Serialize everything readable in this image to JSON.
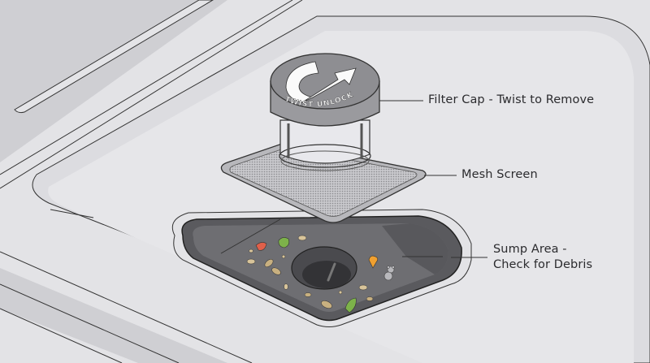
{
  "diagram": {
    "subject": "Dishwasher filter assembly (exploded view)",
    "labels": {
      "filter_cap": "Filter Cap - Twist to Remove",
      "mesh_screen": "Mesh Screen",
      "sump_line1": "Sump Area -",
      "sump_line2": "Check for Debris"
    },
    "cap_text": "TWIST UNLOCK",
    "icons": {
      "cap_arrow": "curved-arrow-icon",
      "debris_toy": "teddy-bear-icon"
    },
    "colors": {
      "background": "#e3e3e6",
      "tub_floor": "#d4d4d8",
      "cap_top": "#8e8e92",
      "sump_dark": "#5a5a5e",
      "sump_floor": "#6e6e72",
      "outline": "#2e2e30",
      "label_text": "#2b2b2e",
      "debris_red": "#e0604a",
      "debris_green": "#7db24a",
      "debris_orange": "#f0a030",
      "debris_tan": "#d8c49a"
    }
  }
}
